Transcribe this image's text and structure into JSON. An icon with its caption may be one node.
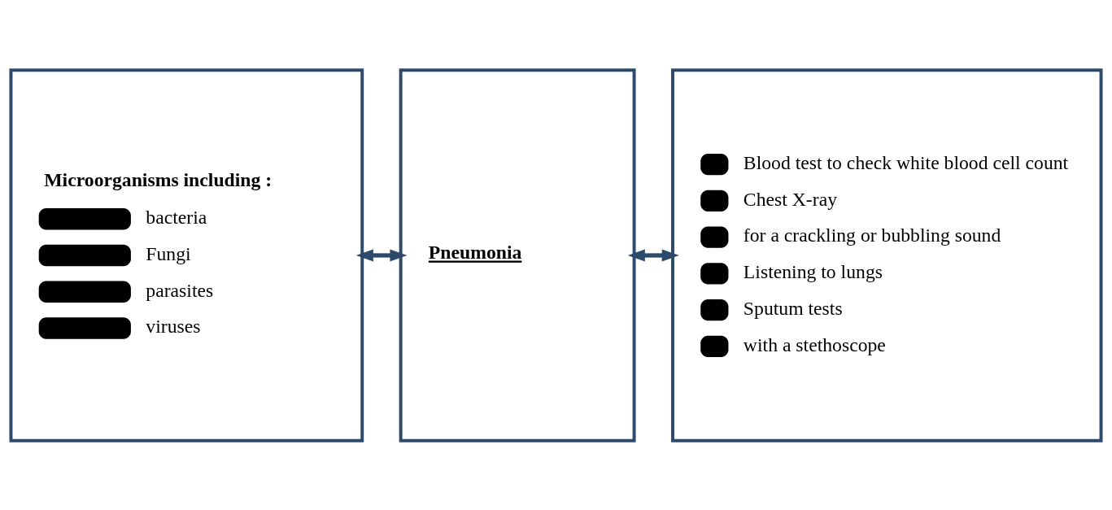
{
  "diagram": {
    "nodes": [
      {
        "text": [
          "Microorganisms including :",
          "bacteria",
          "Fungi",
          "parasites",
          "viruses"
        ]
      },
      {
        "text": [
          "Pneumonia"
        ]
      },
      {
        "text": [
          "Blood test to check white blood cell count",
          "Chest X-ray",
          "for a crackling or bubbling sound",
          "Listening to lungs",
          "Sputum tests",
          "with a stethoscope"
        ]
      }
    ],
    "edges": [
      {
        "from": 0,
        "to": 1,
        "arrow": "both"
      },
      {
        "from": 1,
        "to": 2,
        "arrow": "both"
      }
    ]
  }
}
